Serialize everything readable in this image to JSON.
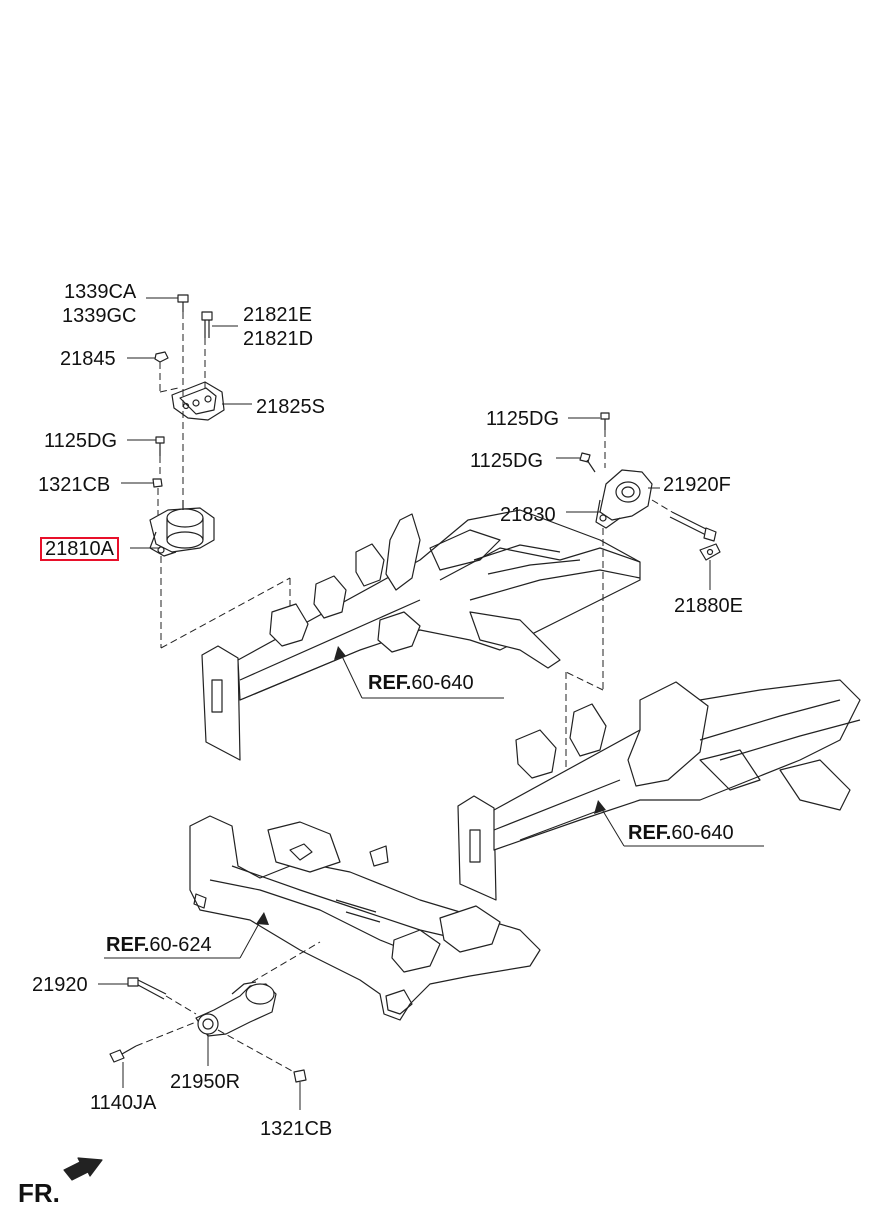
{
  "labels": {
    "p1339CA": "1339CA",
    "p1339GC": "1339GC",
    "p21821E": "21821E",
    "p21821D": "21821D",
    "p21845": "21845",
    "p21825S": "21825S",
    "p1125DG_left": "1125DG",
    "p1321CB_left": "1321CB",
    "p21810A": "21810A",
    "p1125DG_right_top": "1125DG",
    "p1125DG_right_bottom": "1125DG",
    "p21920F": "21920F",
    "p21830": "21830",
    "p21880E": "21880E",
    "p21920": "21920",
    "p1140JA": "1140JA",
    "p21950R": "21950R",
    "p1321CB_bottom": "1321CB"
  },
  "refs": {
    "ref_upper": {
      "prefix": "REF.",
      "code": "60-640"
    },
    "ref_right": {
      "prefix": "REF.",
      "code": "60-640"
    },
    "ref_lower": {
      "prefix": "REF.",
      "code": "60-624"
    }
  },
  "front_marker": "FR.",
  "highlight_color": "#e8102a"
}
